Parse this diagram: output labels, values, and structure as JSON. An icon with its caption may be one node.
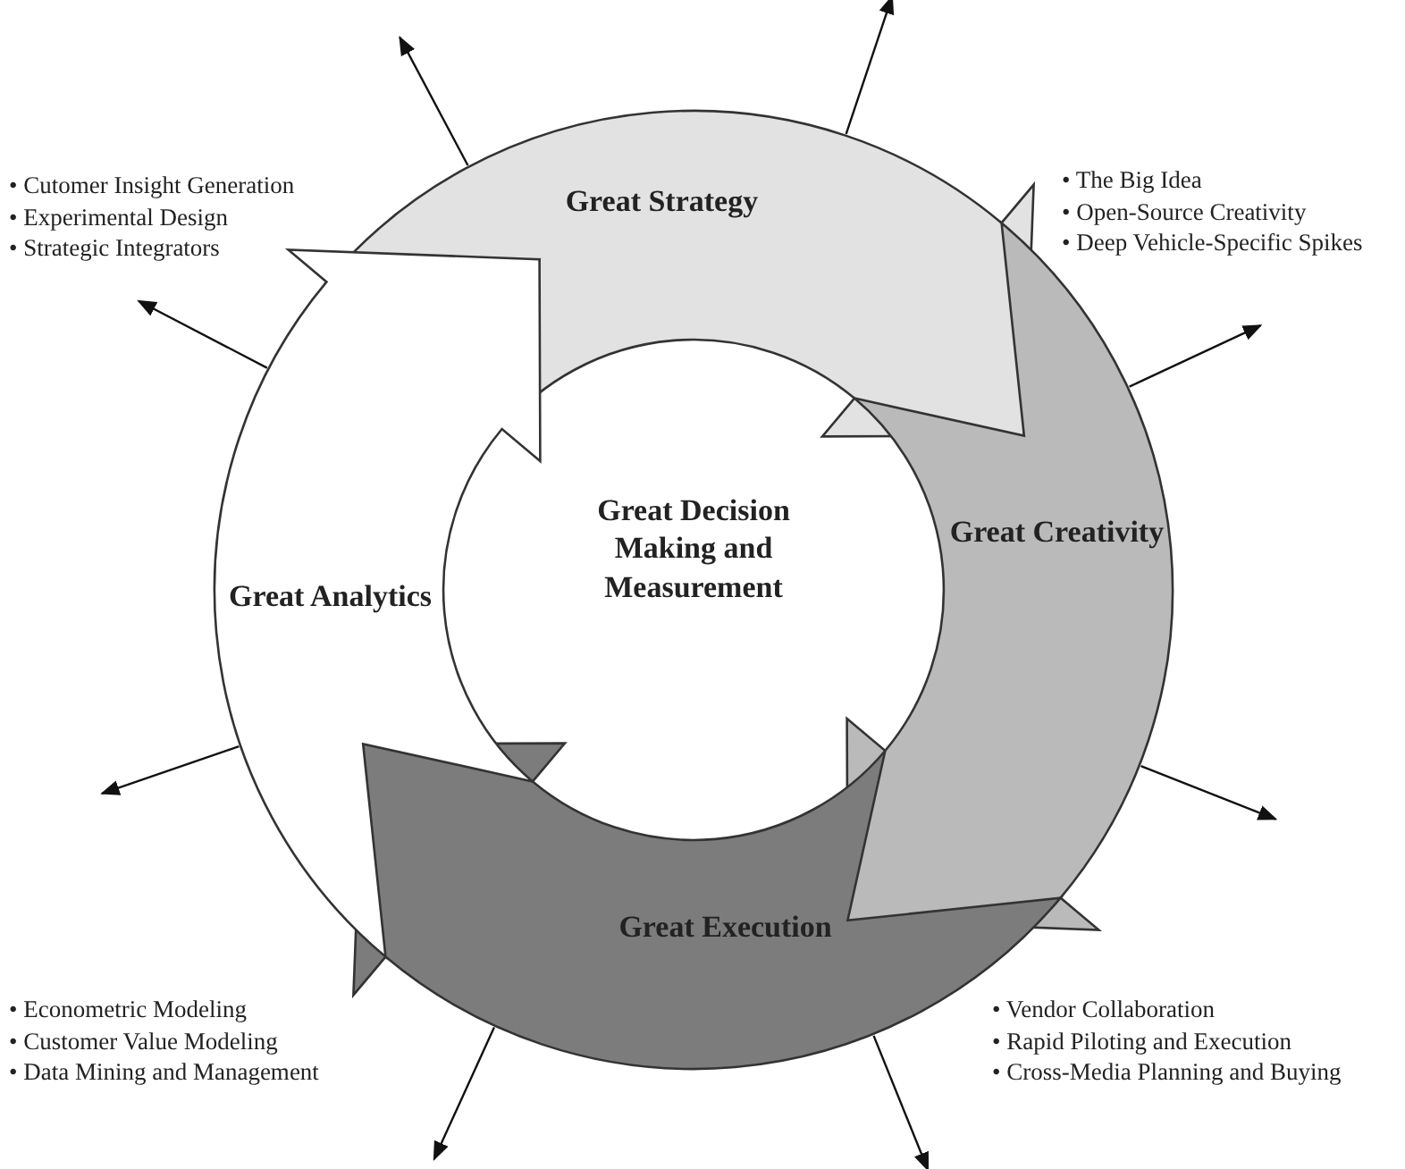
{
  "diagram": {
    "nodes": [
      {
        "text": [
          "Great Strategy"
        ]
      },
      {
        "text": [
          "Great Creativity"
        ]
      },
      {
        "text": [
          "Great Execution"
        ]
      },
      {
        "text": [
          "Great Analytics"
        ]
      }
    ],
    "edges": [
      {
        "from": 0,
        "to": null,
        "arrow": "to"
      },
      {
        "from": 0,
        "to": null,
        "arrow": "to"
      },
      {
        "from": 1,
        "to": null,
        "arrow": "to"
      },
      {
        "from": 1,
        "to": null,
        "arrow": "to"
      },
      {
        "from": 2,
        "to": null,
        "arrow": "to"
      },
      {
        "from": 2,
        "to": null,
        "arrow": "to"
      },
      {
        "from": 3,
        "to": null,
        "arrow": "to"
      },
      {
        "from": 3,
        "to": null,
        "arrow": "to"
      }
    ],
    "labels": [
      "Great Decision Making and Measurement",
      "• Cutomer Insight Generation",
      "• Experimental Design",
      "• Strategic Integrators",
      "• The Big Idea",
      "• Open-Source Creativity",
      "• Deep Vehicle-Specific Spikes",
      "• Econometric Modeling",
      "• Customer Value Modeling",
      "• Data Mining and Management",
      "• Vendor Collaboration",
      "• Rapid Piloting and Execution",
      "• Cross-Media Planning and Buying"
    ]
  }
}
